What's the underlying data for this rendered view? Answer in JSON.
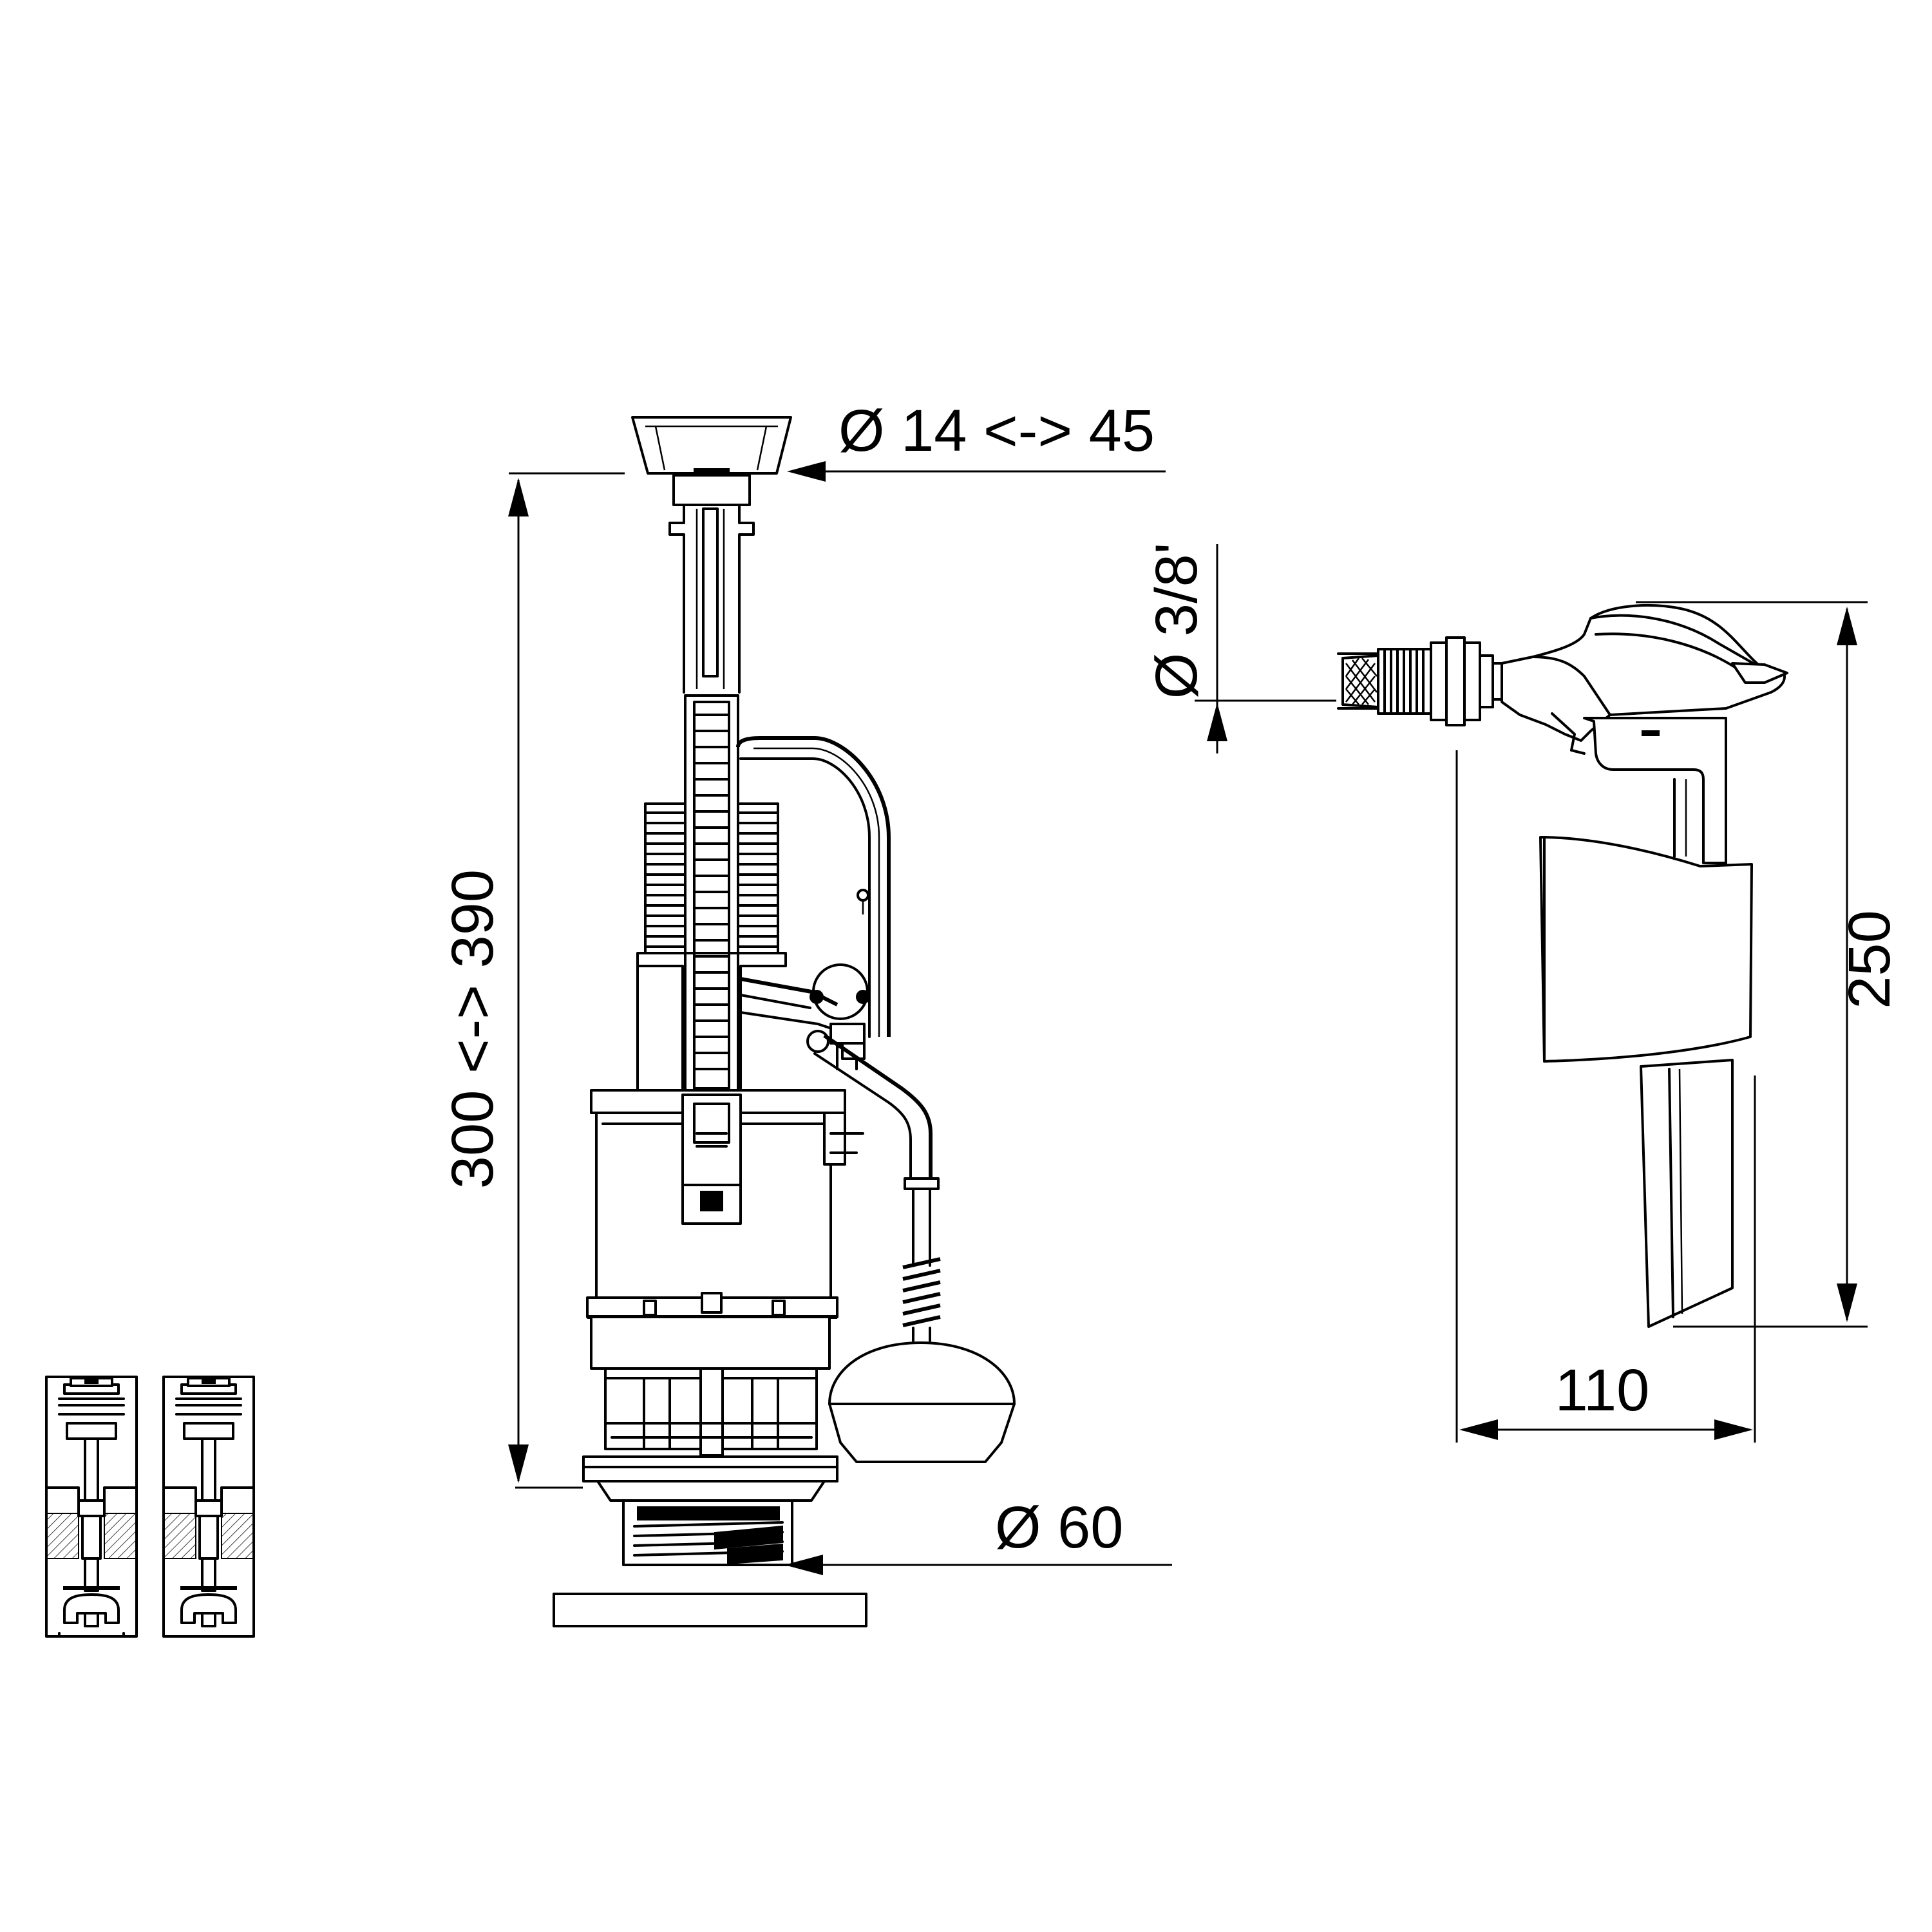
{
  "dimensions": {
    "push_button_diameter": "Ø 14 <-> 45",
    "flush_valve_height": "300 <-> 390",
    "outlet_diameter": "Ø 60",
    "inlet_thread": "Ø 3/8'",
    "fill_valve_height": "250",
    "fill_valve_width": "110"
  },
  "colors": {
    "line": "#000000",
    "background": "#ffffff"
  }
}
